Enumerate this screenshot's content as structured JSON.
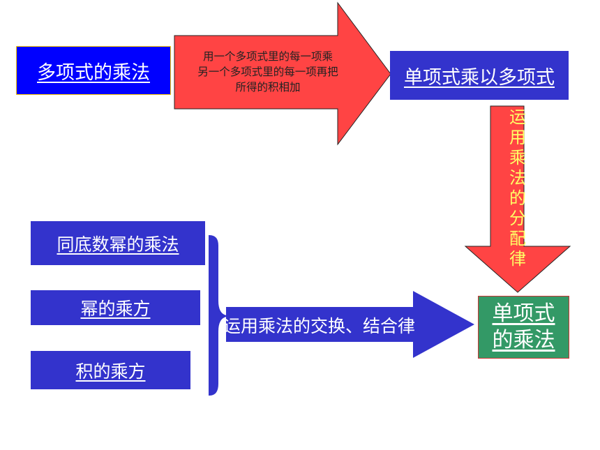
{
  "colors": {
    "blue_box": "#3333cc",
    "bright_blue_box": "#0000ff",
    "green_box": "#339966",
    "red_arrow": "#ff4444",
    "blue_arrow": "#3333cc",
    "vertical_text": "#ffff66"
  },
  "nodes": {
    "polynomial_multiplication": "多项式的乘法",
    "monomial_times_polynomial": "单项式乘以多项式",
    "monomial_multiplication_line1": "单项式",
    "monomial_multiplication_line2": "的乘法",
    "same_base_power_multiplication": "同底数幂的乘法",
    "power_of_power": "幂的乘方",
    "power_of_product": "积的乘方"
  },
  "arrows": {
    "top_arrow_line1": "用一个多项式里的每一项乘",
    "top_arrow_line2": "另一个多项式里的每一项再把",
    "top_arrow_line3": "所得的积相加",
    "down_arrow_chars": [
      "运",
      "用",
      "乘",
      "法",
      "的",
      "分",
      "配",
      "律"
    ],
    "bottom_arrow_label": "运用乘法的交换、结合律"
  }
}
